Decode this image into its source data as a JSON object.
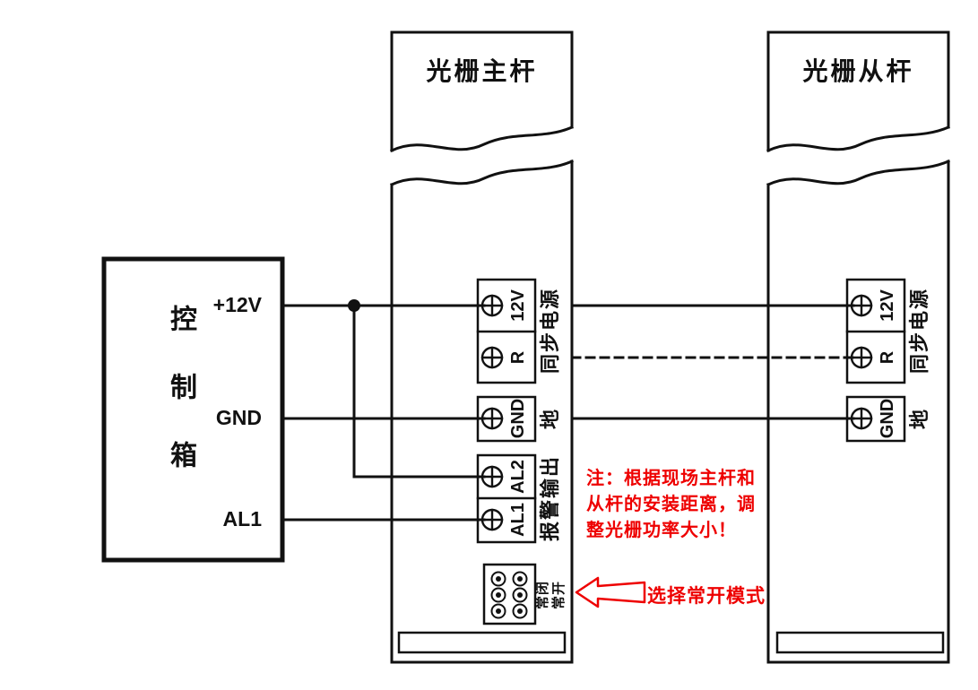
{
  "control_box": {
    "title": "控制箱",
    "terminals": [
      "+12V",
      "GND",
      "AL1"
    ]
  },
  "master_pole": {
    "title": "光栅主杆",
    "sync_block": {
      "terminals": [
        "12V",
        "R"
      ],
      "label": "同步电源"
    },
    "ground_block": {
      "terminal": "GND",
      "label": "地"
    },
    "alarm_block": {
      "terminals": [
        "AL2",
        "AL1"
      ],
      "label": "报警输出"
    },
    "dip_switch": {
      "labels": [
        "常闭",
        "常开"
      ]
    }
  },
  "slave_pole": {
    "title": "光栅从杆",
    "sync_block": {
      "terminals": [
        "12V",
        "R"
      ],
      "label": "同步电源"
    },
    "ground_block": {
      "terminal": "GND",
      "label": "地"
    }
  },
  "annotations": {
    "note_lines": [
      "注：根据现场主杆和",
      "从杆的安装距离，调",
      "整光栅功率大小！"
    ],
    "arrow_label": "选择常开模式"
  },
  "colors": {
    "line": "#111111",
    "annotation": "#ee0000"
  }
}
